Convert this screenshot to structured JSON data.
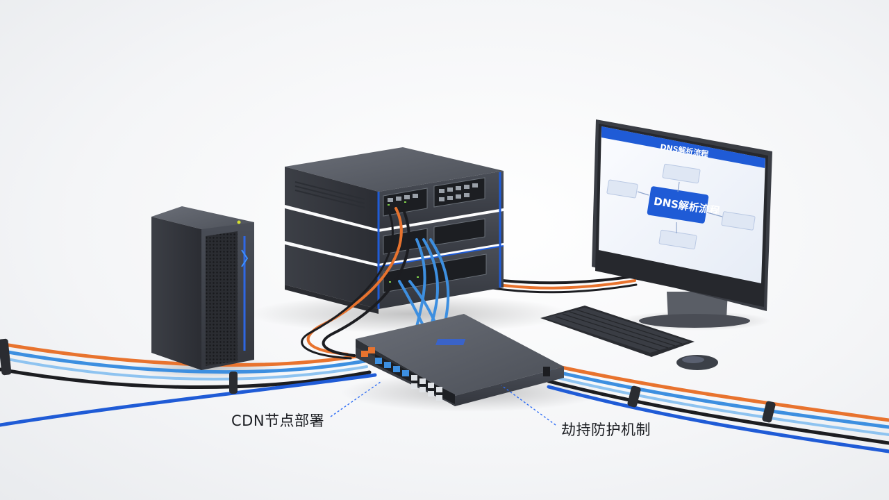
{
  "monitor": {
    "screen_title": "DNS解析流程",
    "center_box": "DNS解析流程"
  },
  "callouts": {
    "cdn": "CDN节点部署",
    "hijack": "劫持防护机制"
  },
  "colors": {
    "accent_blue": "#1f5bd6",
    "cable_orange": "#e8732e",
    "cable_blue": "#3d8fe0",
    "cable_black": "#1c1d21",
    "device_gray": "#4a4d55"
  }
}
